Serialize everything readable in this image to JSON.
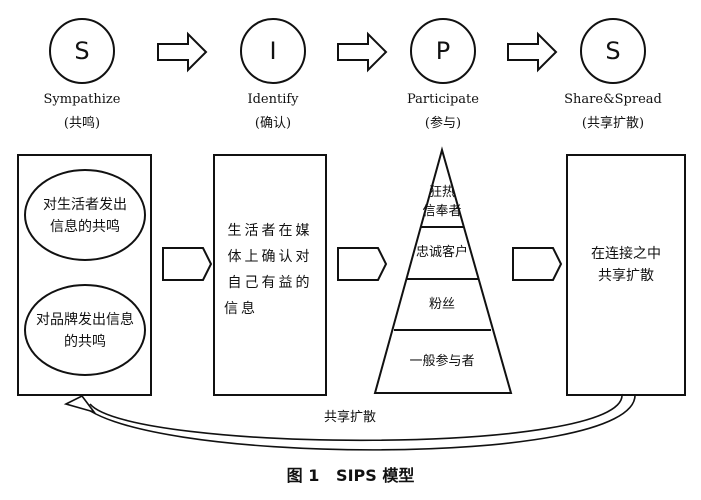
{
  "stages": [
    {
      "letter": "S",
      "name": "Sympathize",
      "zh": "(共鸣)"
    },
    {
      "letter": "I",
      "name": "Identify",
      "zh": "(确认)"
    },
    {
      "letter": "P",
      "name": "Participate",
      "zh": "(参与)"
    },
    {
      "letter": "S",
      "name": "Share&Spread",
      "zh": "(共享扩散)"
    }
  ],
  "panel1": {
    "ellipse_top": [
      "对生活者发出",
      "信息的共鸣"
    ],
    "ellipse_bottom": [
      "对品牌发出信息",
      "的共鸣"
    ]
  },
  "panel2": {
    "lines": [
      "生活者在媒",
      "体上确认对",
      "自己有益的",
      "信息"
    ]
  },
  "pyramid": {
    "levels": [
      [
        "狂热",
        "信奉者"
      ],
      [
        "忠诚客户"
      ],
      [
        "粉丝"
      ],
      [
        "一般参与者"
      ]
    ]
  },
  "panel4": {
    "lines": [
      "在连接之中",
      "共享扩散"
    ]
  },
  "feedback_label": "共享扩散",
  "caption": "图 1   SIPS 模型"
}
